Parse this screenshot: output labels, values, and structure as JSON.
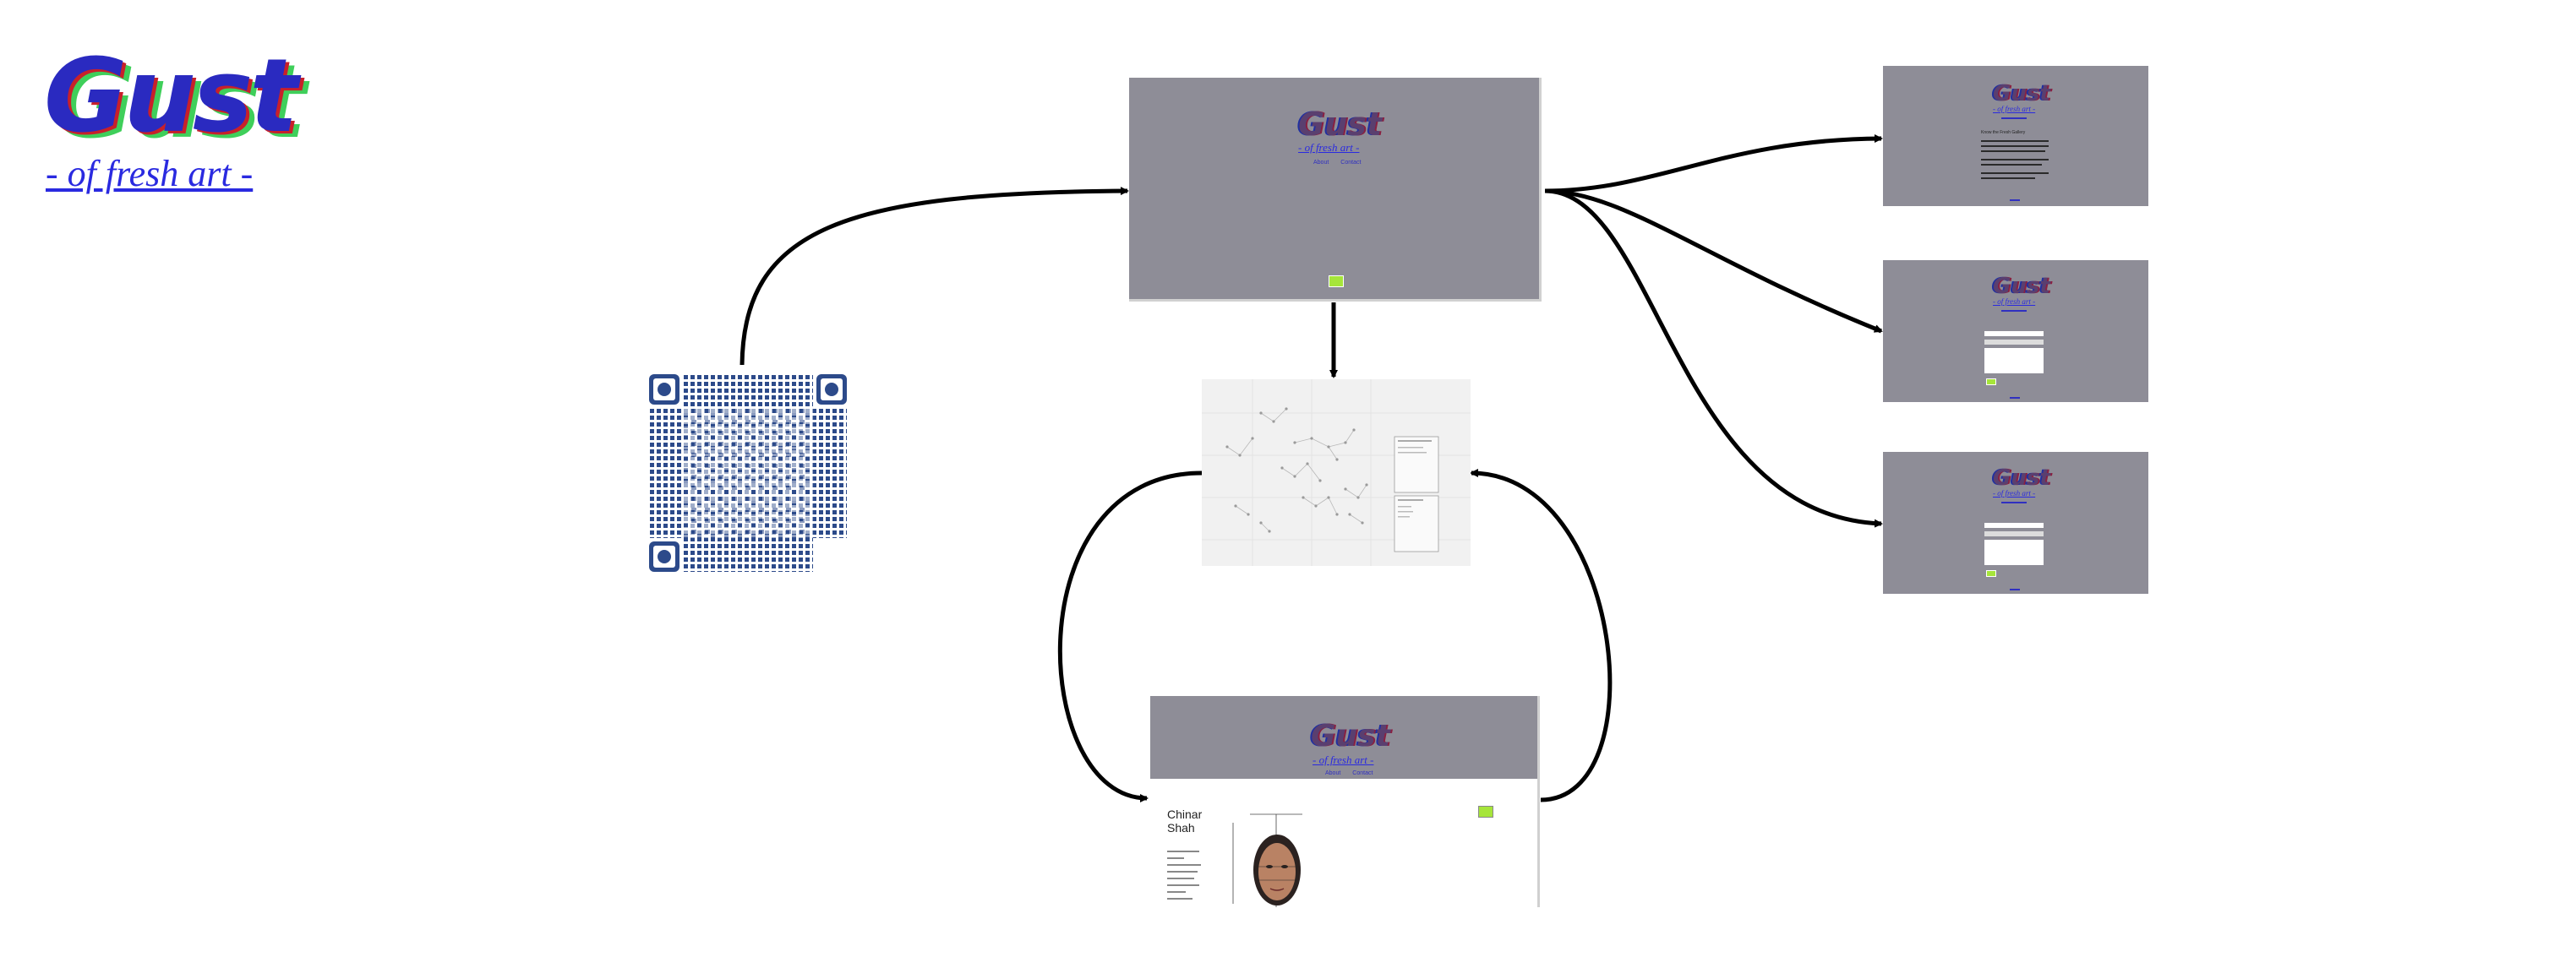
{
  "logo": {
    "word": "Gust",
    "tagline": "- of fresh art -"
  },
  "home_thumb": {
    "word": "Gust",
    "tagline": "- of fresh art -",
    "nav": [
      "About",
      "Contact"
    ]
  },
  "about_thumb": {
    "word": "Gust",
    "tagline": "- of fresh art -",
    "heading": "Know the Fresh Gallery"
  },
  "contact_thumb_1": {
    "word": "Gust",
    "tagline": "- of fresh art -"
  },
  "contact_thumb_2": {
    "word": "Gust",
    "tagline": "- of fresh art -"
  },
  "artist_thumb": {
    "word": "Gust",
    "tagline": "- of fresh art -",
    "nav": [
      "About",
      "Contact"
    ],
    "artist_first": "Chinar",
    "artist_last": "Shah"
  },
  "colors": {
    "thumb_bg": "#8e8d97",
    "accent_green": "#a6e53a",
    "link_blue": "#2a2ae0",
    "qr_blue": "#2c4a8a"
  }
}
